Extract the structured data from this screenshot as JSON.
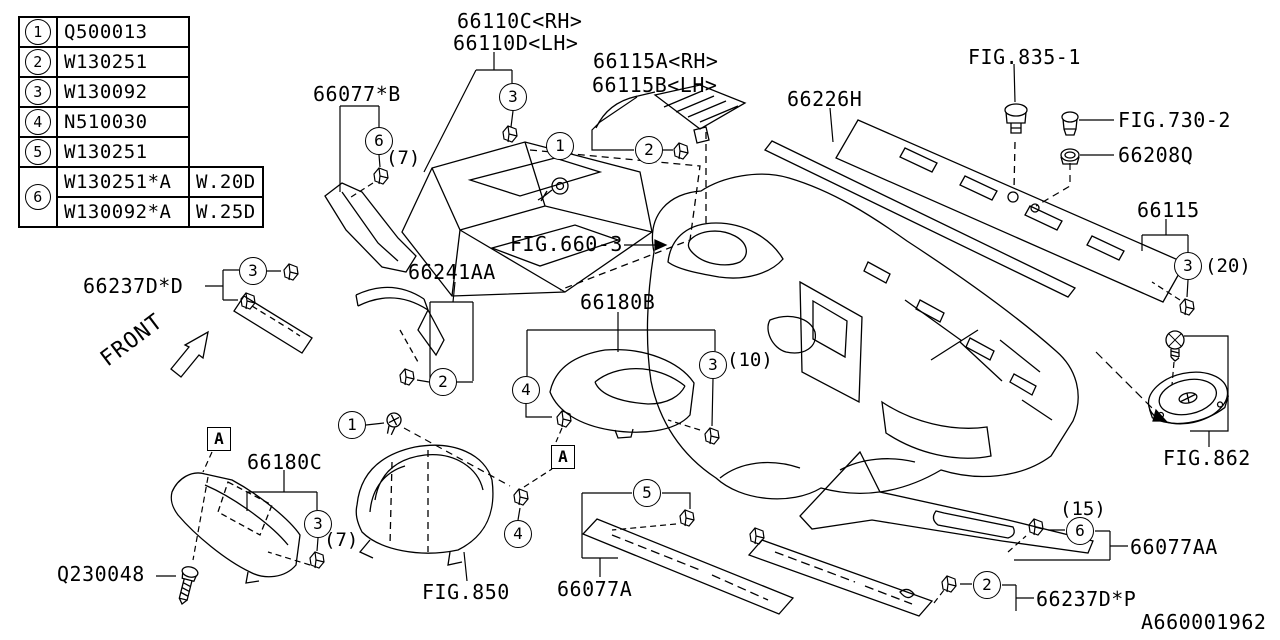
{
  "diagram": {
    "id": "A660001962",
    "front_label": "FRONT"
  },
  "legend": {
    "rows": [
      {
        "num": "1",
        "part": "Q500013"
      },
      {
        "num": "2",
        "part": "W130251"
      },
      {
        "num": "3",
        "part": "W130092"
      },
      {
        "num": "4",
        "part": "N510030"
      },
      {
        "num": "5",
        "part": "W130251"
      }
    ],
    "row6": {
      "num": "6",
      "variant_a_part": "W130251*A",
      "variant_a_size": "W.20D",
      "variant_b_part": "W130092*A",
      "variant_b_size": "W.25D"
    }
  },
  "labels": {
    "part_66110c_rh": "66110C<RH>",
    "part_66110d_lh": "66110D<LH>",
    "part_66115a_rh": "66115A<RH>",
    "part_66115b_lh": "66115B<LH>",
    "part_66077b": "66077*B",
    "part_66226h": "66226H",
    "fig_835_1": "FIG.835-1",
    "fig_730_2": "FIG.730-2",
    "part_66208q": "66208Q",
    "part_66115": "66115",
    "fig_660_3": "FIG.660-3",
    "part_66241aa": "66241AA",
    "part_66180b": "66180B",
    "part_66237d_d": "66237D*D",
    "part_66180c": "66180C",
    "part_q230048": "Q230048",
    "fig_850": "FIG.850",
    "part_66077a": "66077A",
    "part_66077aa": "66077AA",
    "part_66237d_p": "66237D*P",
    "fig_862": "FIG.862"
  },
  "quantities": {
    "qty_66077b": "(7)",
    "qty_66180b": "(10)",
    "qty_66115": "(20)",
    "qty_66180c": "(7)",
    "qty_66077aa": "(15)"
  },
  "callouts": {
    "n1": "1",
    "n2": "2",
    "n3": "3",
    "n4": "4",
    "n5": "5",
    "n6": "6",
    "section_letter": "A"
  }
}
